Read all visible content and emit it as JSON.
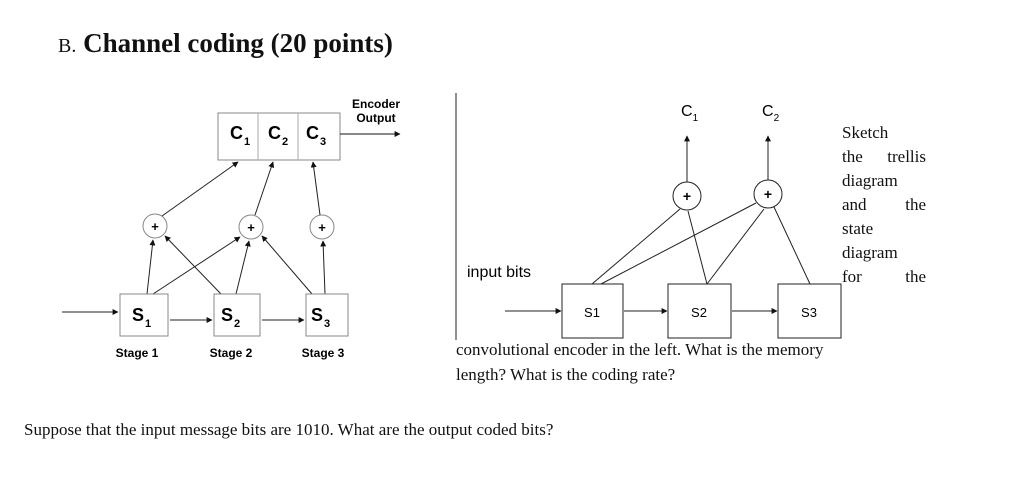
{
  "heading": {
    "prefix": "B.",
    "title": "Channel coding (20 points)"
  },
  "left_diagram": {
    "encoder_output_line1": "Encoder",
    "encoder_output_line2": "Output",
    "outputs": [
      {
        "base": "C",
        "sub": "1"
      },
      {
        "base": "C",
        "sub": "2"
      },
      {
        "base": "C",
        "sub": "3"
      }
    ],
    "adder_symbol": "+",
    "stages": [
      {
        "base": "S",
        "sub": "1",
        "label": "Stage 1"
      },
      {
        "base": "S",
        "sub": "2",
        "label": "Stage 2"
      },
      {
        "base": "S",
        "sub": "3",
        "label": "Stage 3"
      }
    ]
  },
  "right_diagram": {
    "outputs": [
      {
        "base": "C",
        "sub": "1"
      },
      {
        "base": "C",
        "sub": "2"
      }
    ],
    "adder_symbol": "+",
    "input_label": "input bits",
    "registers": [
      "S1",
      "S2",
      "S3"
    ]
  },
  "side_text_lines": [
    "Sketch",
    "the trellis",
    "diagram",
    "and the",
    "state",
    "diagram",
    "for the"
  ],
  "paragraph_lines": [
    "convolutional encoder in the left. What is the memory",
    "length? What is the coding rate?"
  ],
  "question": "Suppose that the input message bits are 1010. What are the output coded bits?"
}
